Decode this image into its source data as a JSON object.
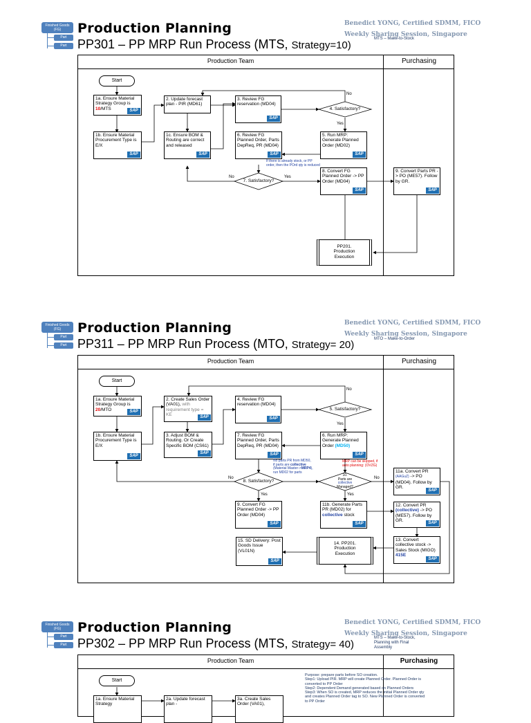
{
  "header": {
    "badge_top": "Finished Goods (FG)",
    "badge_part": "Part",
    "author": "Benedict YONG, Certified SDMM, FICO",
    "session": "Weekly Sharing Session, Singapore"
  },
  "slide1": {
    "title": "Production Planning",
    "subtitle_main": "PP301 – PP MRP Run Process (MTS, ",
    "subtitle_small": "Strategy=10)",
    "note": "MTS – Make-to-Stock",
    "lane1": "Production Team",
    "lane2": "Purchasing",
    "start": "Start",
    "b1a_pre": "1a. Ensure Material Strategy Group is ",
    "b1a_red": "10",
    "b1a_post": "/MTS",
    "b1b": "1b. Ensure Material Procurement Type is E/X",
    "b1c": "1c. Ensure BOM & Routing are correct and released",
    "b2": "2. Update forecast plan - PIR (MD61)",
    "b3": "3. Review FG reservation (MD04)",
    "d4": "4. Satisfactory?",
    "b5": "5. Run MRP: Generate Planned Order (MD02)",
    "b6": "6. Review FG Planned Order, Parts DepReq, PR (MD04)",
    "d7": "7. Satisfactory?",
    "b8": "8. Convert FG Planned Order -> PP Order (MD04)",
    "b9": "9. Convert Parts PR -> PO (ME57). Follow by GR.",
    "exec": "PP201. Production Execution",
    "note6": "If there is already stock, or PP order, then the POrd qty is reduced",
    "yes": "Yes",
    "no": "No",
    "sap": "SAP"
  },
  "slide2": {
    "title": "Production Planning",
    "subtitle_main": "PP311 – PP MRP Run Process (MTO, ",
    "subtitle_small": "Strategy= 20)",
    "note": "MTO – Make-to-Order",
    "lane1": "Production Team",
    "lane2": "Purchasing",
    "start": "Start",
    "b1a_pre": "1a. Ensure Material Strategy Group is ",
    "b1a_red": "20",
    "b1a_post": "/MTO",
    "b1b": "1b. Ensure Material Procurement Type is E/X",
    "b2_main": "2. Create Sales Order (VA01), ",
    "b2_gray": "with requirement type = KE",
    "b3": "3. Adjust BOM & Routing. Or Create Specific BOM (CS61)",
    "b4": "4. Review FG reservation (MD04)",
    "d5": "5. Satisfactory?",
    "b6_main": "6. Run MRP: Generate Planned Order",
    "b6_code": "(MD50)",
    "note_mrp": "MRP can be skipped, if auto planning: (OVZG)",
    "b7": "7. Review FG Planned Order, Parts DepReq, PR (MD04)",
    "d8": "8. Satisfactory?",
    "note_parts_1": "No parts PR from MD50,",
    "note_parts_2": "if parts are ",
    "note_parts_2b": "collective",
    "note_parts_3": "(Material Master->",
    "note_parts_3b": "MRP4",
    "note_parts_3c": "),",
    "note_parts_4": "run MD02 for parts",
    "d10_a": "10.",
    "d10_b": "Parts are",
    "d10_c": "collective",
    "d10_d": "Managed?",
    "b9": "9. Convert FG Planned Order -> PP Order (MD04)",
    "b11a_main": "11a. Convert PR ",
    "b11a_small": "(AAGuZ)",
    "b11a_post": " -> PO (MD04). Follow by GR.",
    "b11b_main": "11b. Generate Parts PR (MD02) for ",
    "b11b_coll": "collective",
    "b11b_post": " stock",
    "b12_main": "12. Convert PR ",
    "b12_coll": "(collective)",
    "b12_post": " -> PO (ME57). Follow by GR.",
    "b13_main": "13. Convert collective stock -> Sales Stock (MIGO) ",
    "b13_code": "415E",
    "exec": "14. PP201. Production Execution",
    "b15": "15. SD Delivery: Post Goods Issue (VL01N)",
    "yes": "Yes",
    "no": "No",
    "sap": "SAP"
  },
  "slide3": {
    "title": "Production Planning",
    "subtitle_main": "PP302 – PP MRP Run Process (MTS, ",
    "subtitle_small": "Strategy= 40)",
    "note_1": "MTS – Make-to-Stock,",
    "note_2": "Planning with Final",
    "note_3": "Assembly",
    "lane1": "Production Team",
    "lane2": "Purchasing",
    "start": "Start",
    "b1a": "1a. Ensure Material Strategy",
    "b2a": "2a. Update forecast plan -",
    "b3a": "3a. Create Sales Order (VA01),",
    "purpose": [
      "Purpose: prepare parts before SO creation.",
      "Step1: Upload PIR. MRP will create Planned Order. Planned Order is",
      "converted to PP Order",
      "Step2: Dependent Demand generated based on Planned Orders",
      "Step3: When SO is created, MRP reduces the initial Planned Order qty",
      "and creates Planned Order tag to SO. New Planned Order is converted",
      "to PP Order"
    ]
  }
}
